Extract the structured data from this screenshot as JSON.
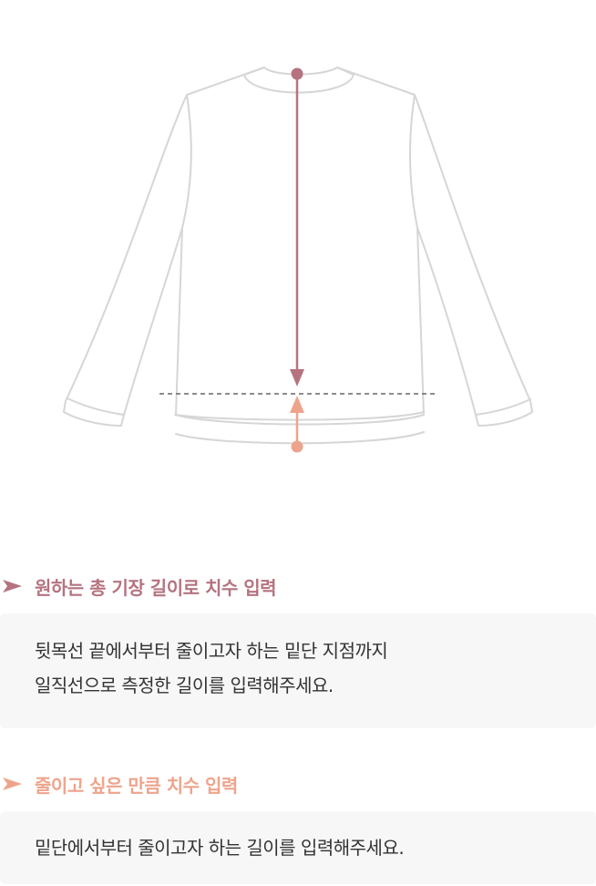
{
  "colors": {
    "accent_primary": "#b5737f",
    "accent_secondary": "#eea48c",
    "outline": "#d6d6d6",
    "dashed_line": "#666666",
    "box_background": "#f7f7f7",
    "body_text": "#333333"
  },
  "icons": {
    "illustration": "sweater-outline",
    "bullet": "arrowhead-right-icon"
  },
  "section1": {
    "title": "원하는 총 기장 길이로 치수 입력",
    "line1": "뒷목선 끝에서부터 줄이고자 하는 밑단 지점까지",
    "line2": "일직선으로 측정한 길이를 입력해주세요."
  },
  "section2": {
    "title": "줄이고 싶은 만큼 치수 입력",
    "line1": "밑단에서부터 줄이고자 하는 길이를 입력해주세요."
  }
}
